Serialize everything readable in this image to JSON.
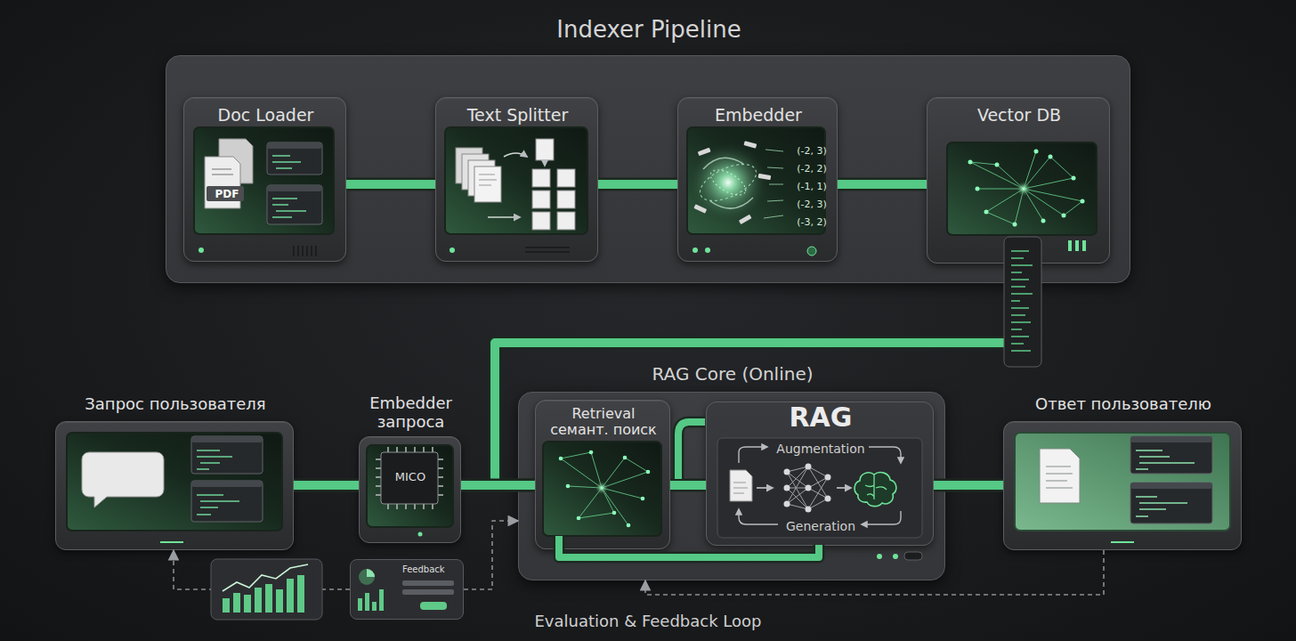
{
  "diagram": {
    "nodes": [
      {
        "text": [
          "Indexer Pipeline"
        ]
      },
      {
        "text": [
          "Doc Loader",
          "PDF"
        ],
        "in": 0
      },
      {
        "text": [
          "Text Splitter"
        ],
        "in": 0
      },
      {
        "text": [
          "Embedder",
          "(-2, 3)",
          "(-2, 2)",
          "(-1, 1)",
          "(-2, 3)",
          "(-3, 2)"
        ],
        "in": 0
      },
      {
        "text": [
          "Vector DB"
        ],
        "in": 0
      },
      {
        "text": [
          "Запрос пользователя"
        ]
      },
      {
        "text": [
          "Embedder запроса",
          "MICO"
        ]
      },
      {
        "text": [
          "RAG Core (Online)"
        ]
      },
      {
        "text": [
          "Retrieval семант. поиск"
        ],
        "in": 7
      },
      {
        "text": [
          "RAG",
          "Augmentation",
          "Generation"
        ],
        "in": 7
      },
      {
        "text": [
          "Ответ пользователю"
        ]
      },
      {
        "text": [
          "Feedback"
        ]
      }
    ],
    "edges": [
      {
        "from": 1,
        "to": 2,
        "arrow": "none"
      },
      {
        "from": 2,
        "to": 3,
        "arrow": "none"
      },
      {
        "from": 3,
        "to": 4,
        "arrow": "none"
      },
      {
        "from": 4,
        "to": 8,
        "arrow": "none"
      },
      {
        "from": 5,
        "to": 6,
        "arrow": "none"
      },
      {
        "from": 6,
        "to": 8,
        "arrow": "none"
      },
      {
        "from": 8,
        "to": 9,
        "arrow": "none"
      },
      {
        "from": 9,
        "to": 10,
        "arrow": "none"
      },
      {
        "from": 10,
        "to": 7,
        "arrow": "to"
      },
      {
        "from": 11,
        "to": 7,
        "arrow": "to"
      },
      {
        "from": 11,
        "to": 5,
        "arrow": "to"
      }
    ],
    "labels": [
      "Evaluation & Feedback Loop"
    ]
  }
}
